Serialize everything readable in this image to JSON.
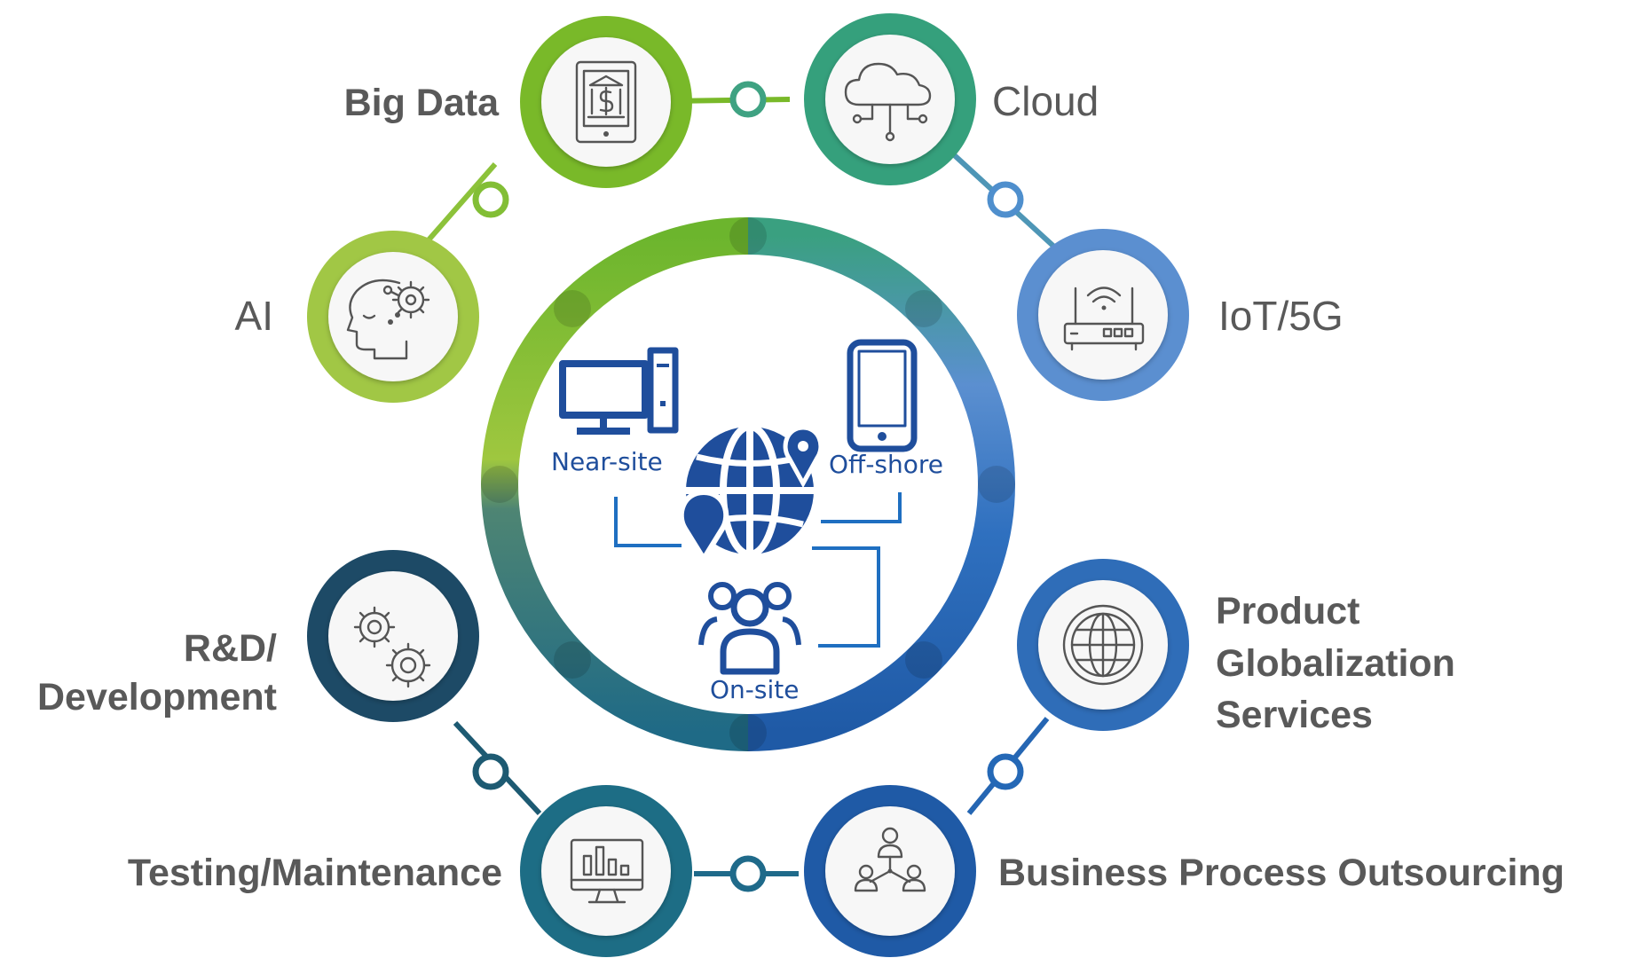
{
  "center": {
    "labels": {
      "near_site": "Near-site",
      "off_shore": "Off-shore",
      "on_site": "On-site"
    }
  },
  "services": [
    {
      "id": "big-data",
      "label_lines": [
        "Big Data"
      ],
      "icon": "financial-tablet-icon",
      "color": "#79b929"
    },
    {
      "id": "cloud",
      "label_lines": [
        "Cloud"
      ],
      "icon": "cloud-network-icon",
      "color": "#35a07c"
    },
    {
      "id": "ai",
      "label_lines": [
        "AI"
      ],
      "icon": "ai-head-gear-icon",
      "color": "#a1c745"
    },
    {
      "id": "iot-5g",
      "label_lines": [
        "IoT/5G"
      ],
      "icon": "wifi-router-icon",
      "color": "#5b8fd0"
    },
    {
      "id": "rd-development",
      "label_lines": [
        "R&D/",
        "Development"
      ],
      "icon": "gears-icon",
      "color": "#1d4a66"
    },
    {
      "id": "product-globalization",
      "label_lines": [
        "Product",
        "Globalization",
        "Services"
      ],
      "icon": "globe-icon",
      "color": "#2f6db8"
    },
    {
      "id": "testing-maintenance",
      "label_lines": [
        "Testing/Maintenance"
      ],
      "icon": "monitor-chart-icon",
      "color": "#1d6d85"
    },
    {
      "id": "bpo",
      "label_lines": [
        "Business Process Outsourcing"
      ],
      "icon": "org-chart-icon",
      "color": "#1f5aa6"
    }
  ],
  "colors": {
    "text": "#595959",
    "center_blue": "#1f4e9c"
  }
}
